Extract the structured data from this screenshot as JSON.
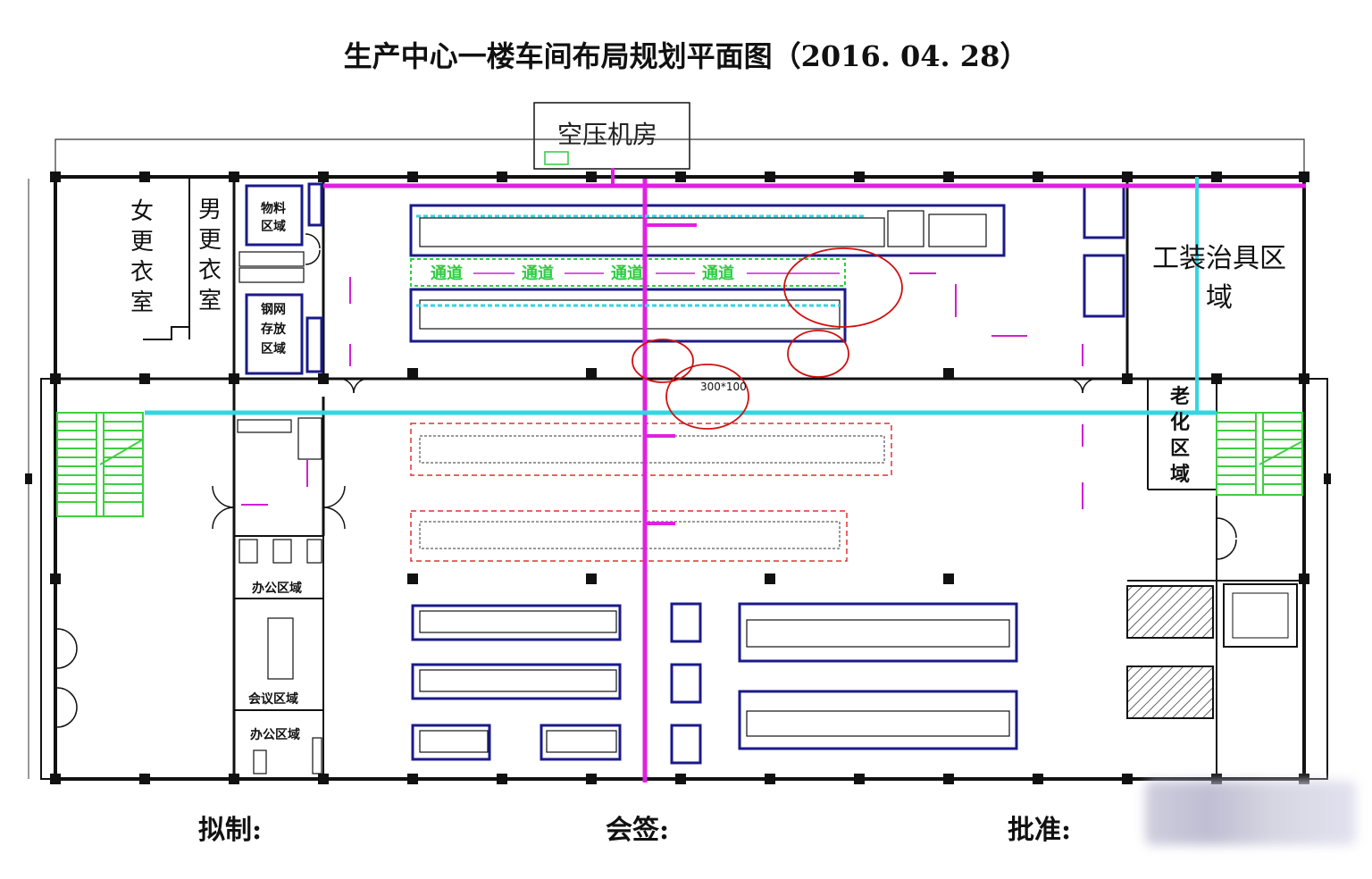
{
  "title": "生产中心一楼车间布局规划平面图（2016. 04. 28）",
  "rooms": {
    "compressor": "空压机房",
    "female_locker": "女更衣室",
    "male_locker": "男更衣室",
    "material_area": "物料区域",
    "steel_storage": "钢网存放区域",
    "fixture_area": "工装治具区域",
    "aging_area": "老化区域",
    "office_area_1": "办公区域",
    "meeting_area": "会议区域",
    "office_area_2": "办公区域"
  },
  "labels": {
    "channel": "通道",
    "duct_size": "300*100"
  },
  "signatures": {
    "drafted": "拟制:",
    "countersign": "会签:",
    "approved": "批准:"
  },
  "colors": {
    "wall": "#111111",
    "line_frame": "#1a1a8c",
    "air_pipe": "#e020e0",
    "water_pipe": "#33d6e0",
    "channel": "#2ecc40",
    "annotation": "#d01010",
    "stairs": "#3ecf3e",
    "dashed": "#e03030"
  }
}
